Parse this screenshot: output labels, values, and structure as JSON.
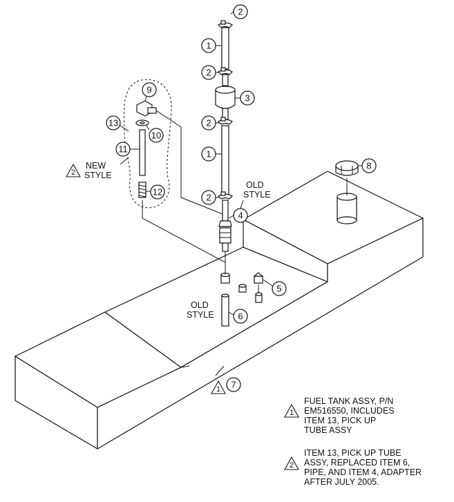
{
  "callouts": [
    "1",
    "2",
    "3",
    "4",
    "5",
    "6",
    "7",
    "8",
    "9",
    "10",
    "11",
    "12",
    "13"
  ],
  "labels": {
    "new_style": [
      "NEW",
      "STYLE"
    ],
    "old_style_4": [
      "OLD",
      "STYLE"
    ],
    "old_style_6": [
      "OLD",
      "STYLE"
    ]
  },
  "notes": [
    {
      "marker": "1",
      "lines": [
        "FUEL TANK ASSY, P/N",
        "EM516550, INCLUDES",
        "ITEM 13, PICK UP",
        "TUBE ASSY"
      ]
    },
    {
      "marker": "2",
      "lines": [
        "ITEM 13, PICK UP TUBE",
        "ASSY, REPLACED ITEM 6,",
        "PIPE, AND ITEM 4, ADAPTER",
        "AFTER JULY 2005."
      ]
    }
  ]
}
